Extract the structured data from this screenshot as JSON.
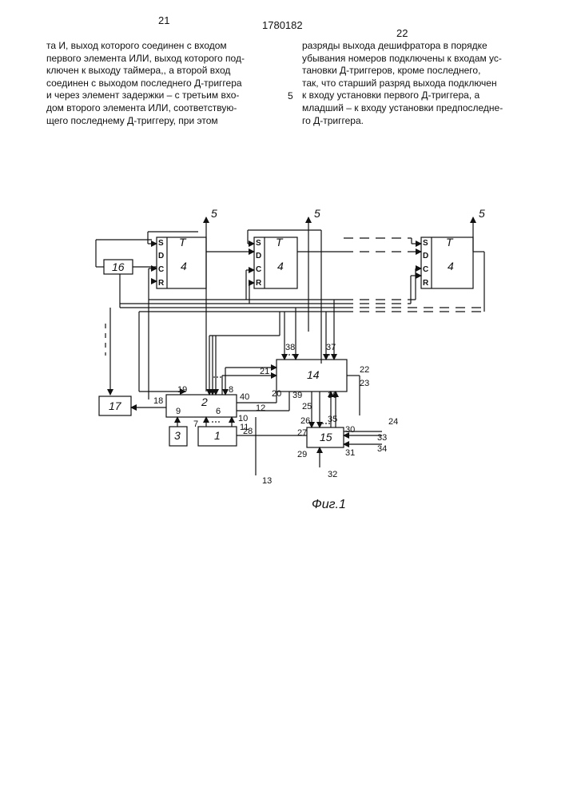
{
  "header": {
    "page_left": "21",
    "patent_number": "1780182",
    "page_right": "22"
  },
  "left_column_lines": [
    "та И, выход которого соединен с входом",
    "первого элемента ИЛИ, выход которого под-",
    "ключен к выходу таймера,, а второй вход",
    "соединен с выходом последнего Д-триггера",
    "и через элемент задержки – с третьим вхо-",
    "дом второго элемента ИЛИ, соответствую-",
    "щего последнему Д-триггеру, при этом"
  ],
  "line_number": "5",
  "right_column_lines": [
    "разряды выхода дешифратора в порядке",
    "убывания номеров подключены к входам ус-",
    "тановки Д-триггеров, кроме последнего,",
    "так, что старший разряд выхода подключен",
    "к входу установки первого Д-триггера, а",
    "младший – к входу установки предпоследне-",
    "го Д-триггера."
  ],
  "diagram": {
    "caption": "Фиг.1",
    "trigger": {
      "number": "4",
      "type": "T",
      "pins": [
        "S",
        "D",
        "C",
        "R"
      ]
    },
    "block_labels": {
      "b16": "16",
      "b17": "17",
      "b2": "2",
      "b3": "3",
      "b1": "1",
      "b14": "14",
      "b15": "15"
    },
    "block2_inner": {
      "n9": "9",
      "n6": "6"
    },
    "output_labels": [
      "5",
      "5",
      "5"
    ],
    "ref_labels": {
      "n18": "18",
      "n19": "19",
      "n8": "8",
      "n40": "40",
      "n12": "12",
      "n10": "10",
      "n11": "11",
      "n7": "7",
      "n28": "28",
      "n13": "13",
      "n21": "21",
      "n20": "20",
      "n39": "39",
      "n36": "36",
      "n38": "38",
      "n37": "37",
      "n22": "22",
      "n23": "23",
      "n25": "25",
      "n26": "26",
      "n35": "35",
      "n27": "27",
      "n30": "30",
      "n24": "24",
      "n33": "33",
      "n34": "34",
      "n29": "29",
      "n31": "31",
      "n32": "32"
    }
  }
}
